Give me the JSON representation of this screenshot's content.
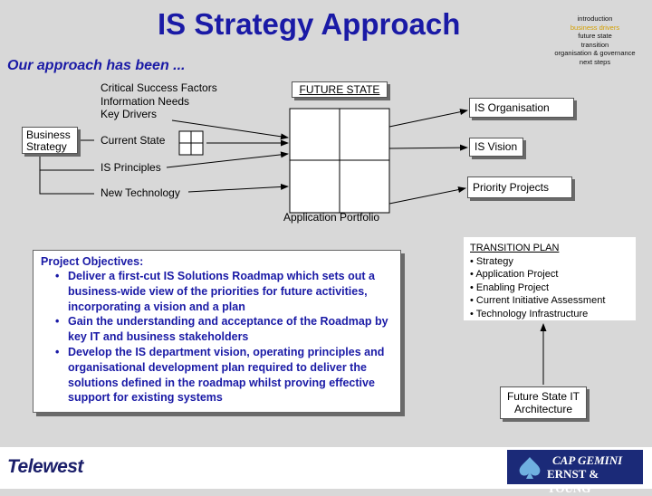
{
  "header": {
    "title": "IS Strategy Approach",
    "subtitle": "Our approach has been ..."
  },
  "agenda": {
    "items": [
      "introduction",
      "business drivers",
      "future state",
      "transition",
      "organisation & governance",
      "next steps"
    ],
    "active_index": 1
  },
  "diagram": {
    "inputs_top": [
      "Critical Success Factors",
      "Information Needs",
      "Key Drivers"
    ],
    "business_strategy": "Business Strategy",
    "current_state": "Current State",
    "is_principles": "IS Principles",
    "new_technology": "New Technology",
    "future_state": "FUTURE STATE",
    "is_organisation": "IS Organisation",
    "is_vision": "IS Vision",
    "priority_projects": "Priority Projects",
    "application_portfolio": "Application Portfolio"
  },
  "objectives": {
    "title": "Project Objectives:",
    "items": [
      "Deliver a first-cut IS Solutions Roadmap which sets out a business-wide view of the priorities for future activities, incorporating a vision and a plan",
      "Gain the understanding and acceptance of the Roadmap by key IT and business stakeholders",
      "Develop the IS department vision, operating principles and organisational development plan required to deliver the solutions defined in the roadmap whilst proving effective support for existing systems"
    ]
  },
  "transition_plan": {
    "title": "TRANSITION PLAN",
    "items": [
      "Strategy",
      "Application Project",
      "Enabling Project",
      "Current Initiative Assessment",
      "Technology Infrastructure"
    ]
  },
  "future_architecture": "Future State IT Architecture",
  "footer": {
    "client_logo": "Telewest",
    "consultant_logo_line1": "CAP GEMINI",
    "consultant_logo_line2": "ERNST & YOUNG"
  },
  "colors": {
    "background": "#d8d8d8",
    "title": "#1a1aa6",
    "agenda_active": "#d4a000",
    "logo_navy": "#1b2a78"
  }
}
